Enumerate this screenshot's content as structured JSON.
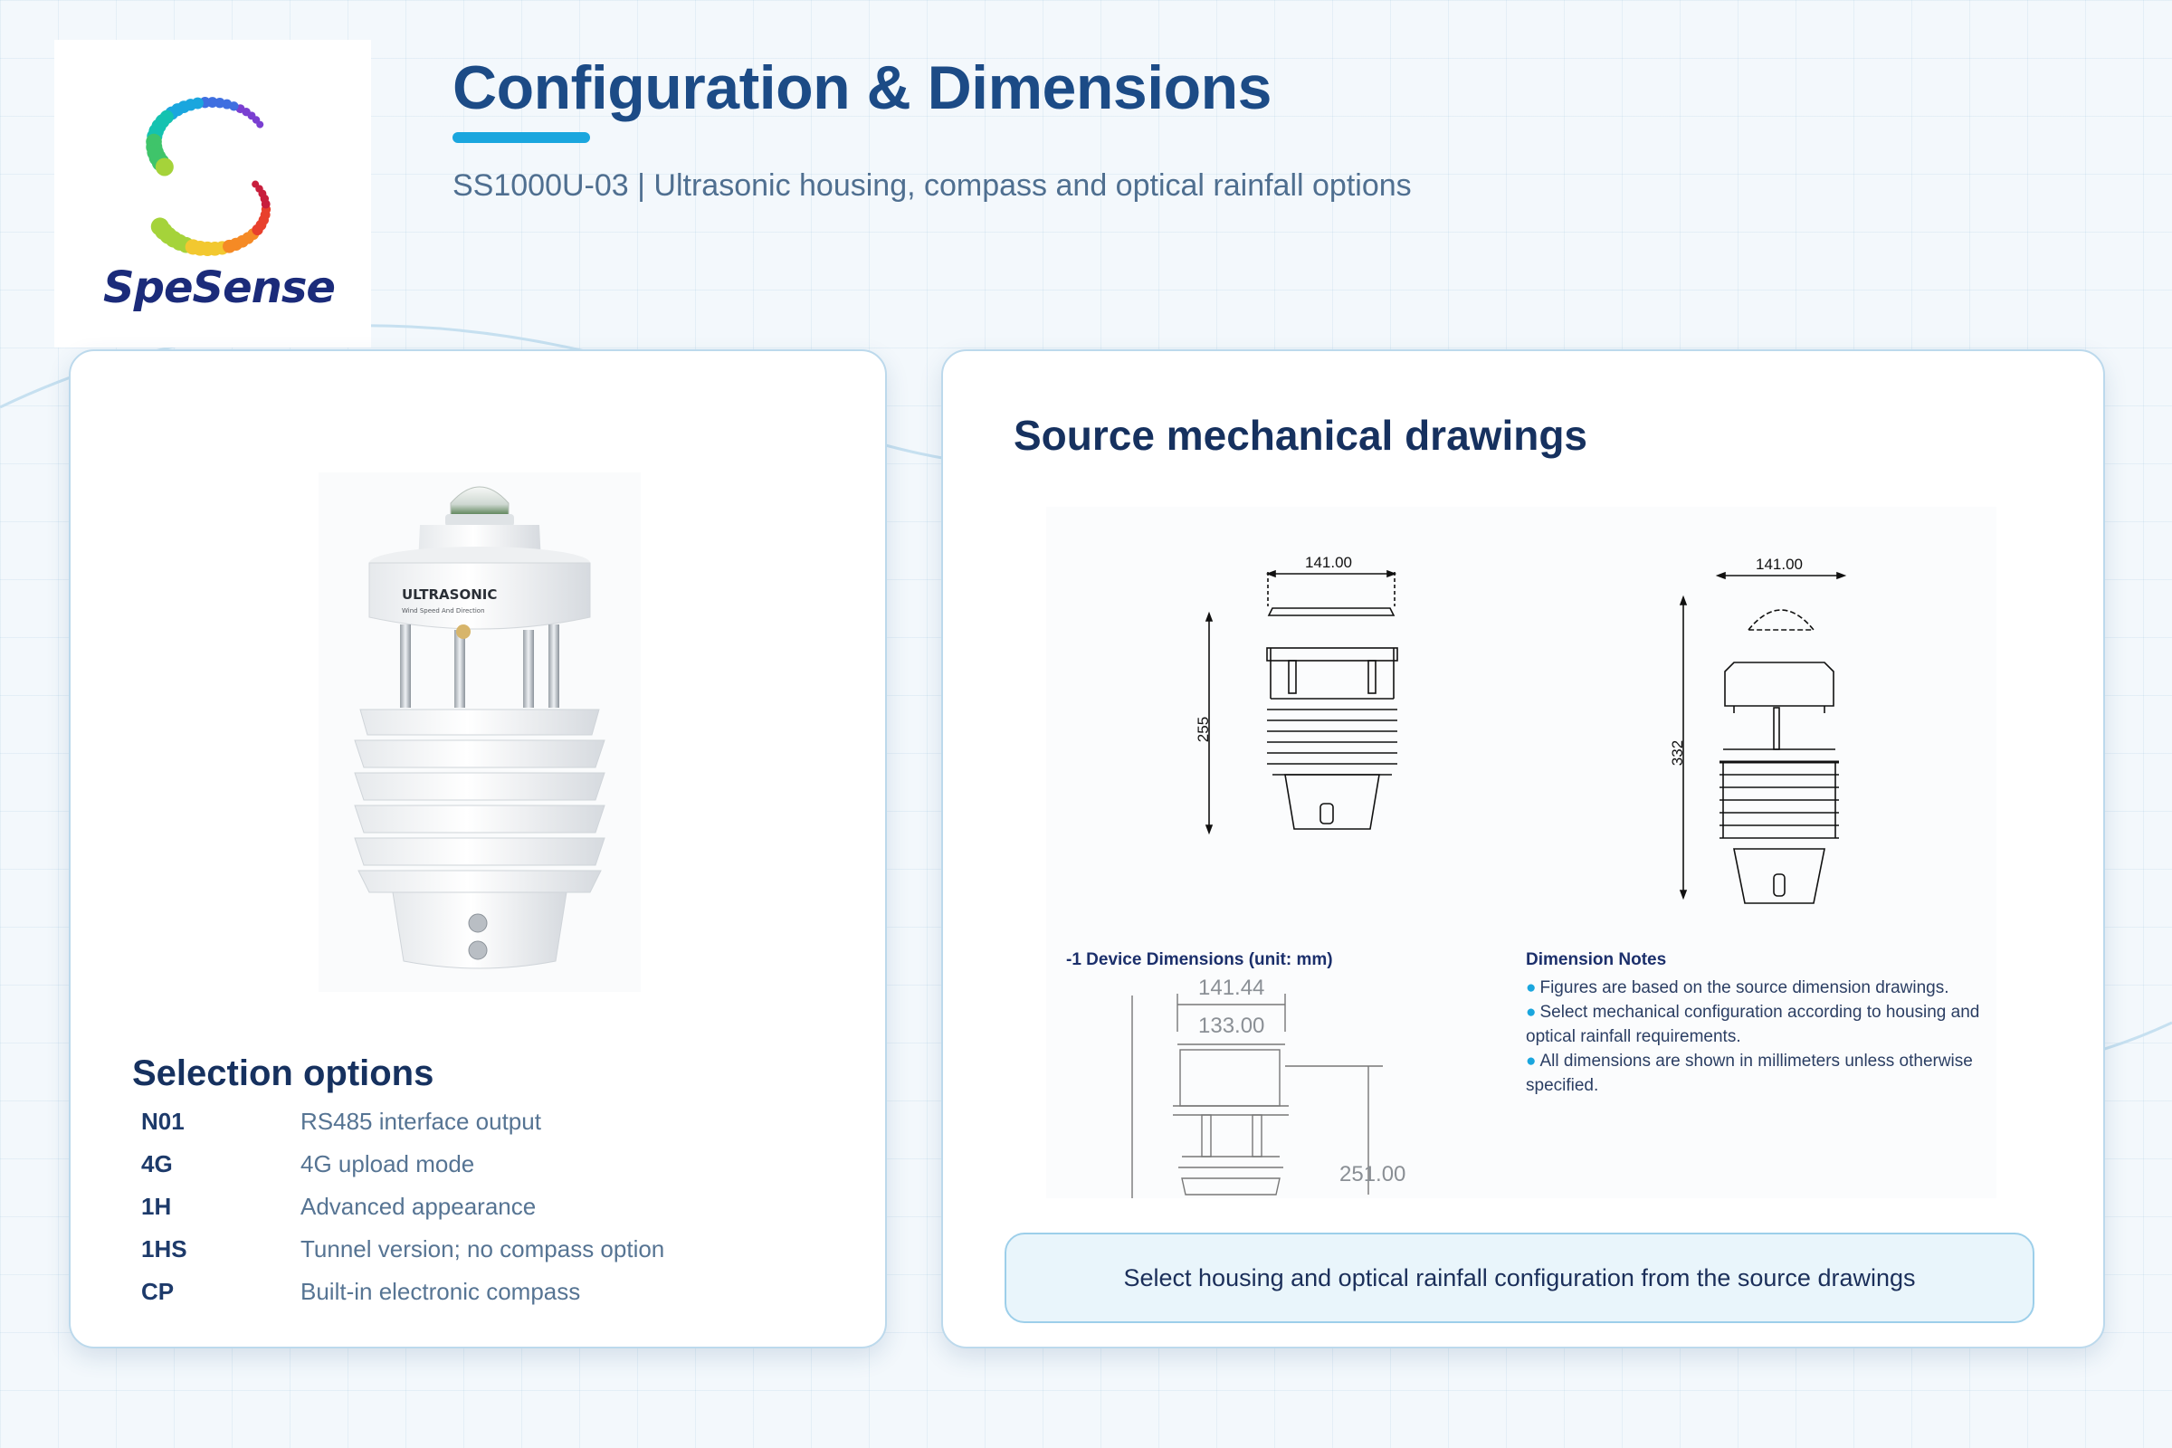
{
  "brand": {
    "name": "SpeSense"
  },
  "header": {
    "title": "Configuration & Dimensions",
    "subtitle": "SS1000U-03 | Ultrasonic housing, compass and optical rainfall options"
  },
  "product": {
    "housing_text": "ULTRASONIC",
    "housing_subtext": "Wind Speed And Direction"
  },
  "selection": {
    "heading": "Selection options",
    "options": [
      {
        "code": "N01",
        "desc": "RS485 interface output"
      },
      {
        "code": "4G",
        "desc": "4G upload mode"
      },
      {
        "code": "1H",
        "desc": "Advanced appearance"
      },
      {
        "code": "1HS",
        "desc": "Tunnel version; no compass option"
      },
      {
        "code": "CP",
        "desc": "Built-in electronic compass"
      }
    ]
  },
  "drawings": {
    "heading": "Source mechanical drawings",
    "left_width": "141.00",
    "left_height": "255",
    "right_width": "141.00",
    "right_height": "332",
    "detail_caption": "-1 Device Dimensions (unit: mm)",
    "detail_outer_width": "141.44",
    "detail_inner_width": "133.00",
    "detail_height": "251.00",
    "notes_title": "Dimension Notes",
    "notes": [
      "Figures are based on the source dimension drawings.",
      "Select mechanical configuration according to housing and optical rainfall requirements.",
      "All dimensions are shown in millimeters unless otherwise specified."
    ]
  },
  "cta": {
    "text": "Select housing and optical rainfall configuration from the source drawings"
  },
  "colors": {
    "title": "#1c4b86",
    "accent": "#1aa6de",
    "heading": "#16315f",
    "body_text": "#567493"
  }
}
